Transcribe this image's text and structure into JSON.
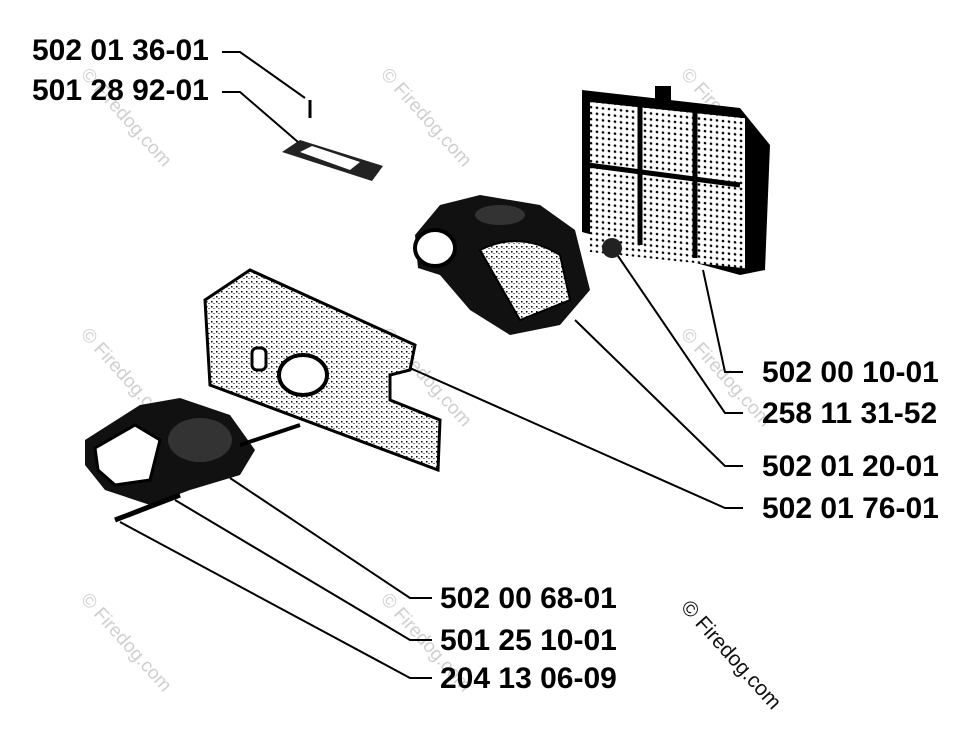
{
  "parts": [
    {
      "id": "p1",
      "number": "502 01 36-01"
    },
    {
      "id": "p2",
      "number": "501 28 92-01"
    },
    {
      "id": "p3",
      "number": "502 00 10-01"
    },
    {
      "id": "p4",
      "number": "258 11 31-52"
    },
    {
      "id": "p5",
      "number": "502 01 20-01"
    },
    {
      "id": "p6",
      "number": "502 01 76-01"
    },
    {
      "id": "p7",
      "number": "502 00 68-01"
    },
    {
      "id": "p8",
      "number": "501 25 10-01"
    },
    {
      "id": "p9",
      "number": "204 13 06-09"
    }
  ],
  "watermark": {
    "text": "© Firedog.com"
  },
  "colors": {
    "ink": "#000000",
    "watermark": "#cfcfcf",
    "background": "#ffffff"
  }
}
